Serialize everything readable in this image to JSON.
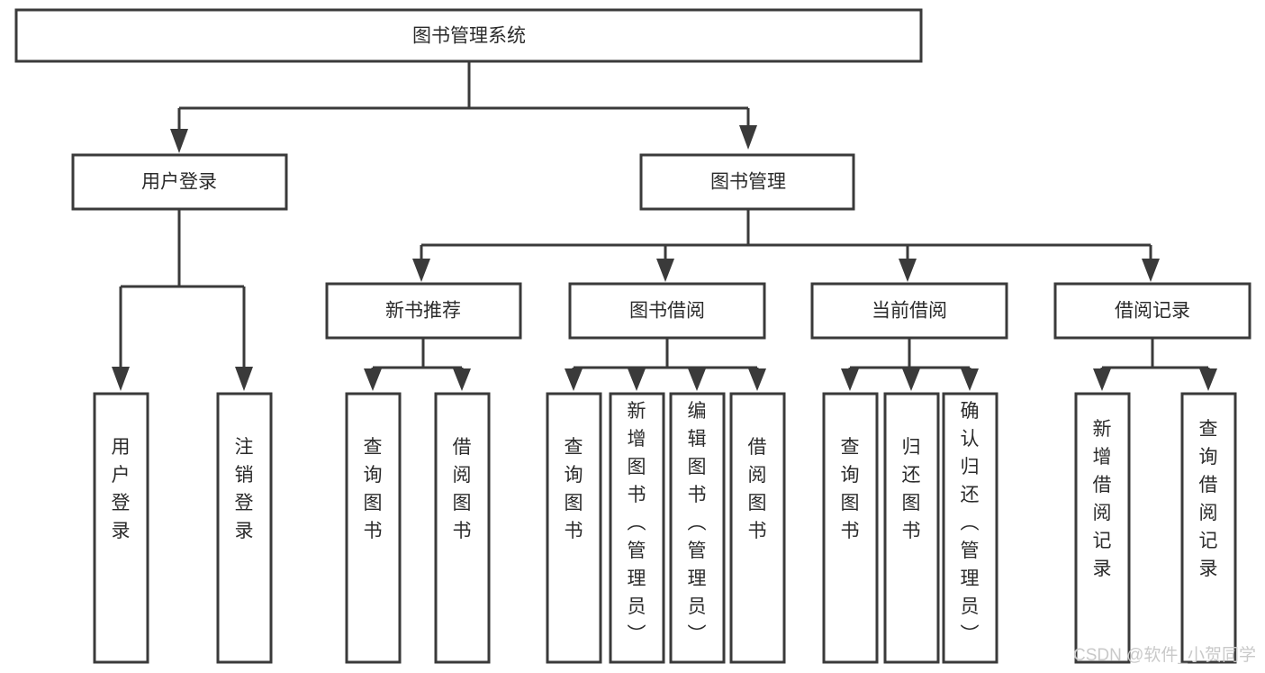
{
  "diagram": {
    "type": "tree-hierarchy",
    "title": "图书管理系统",
    "orientation": "top-down",
    "levels": 4,
    "root": {
      "id": "root",
      "label": "图书管理系统",
      "text_orientation": "horizontal"
    },
    "level2": [
      {
        "id": "user-login",
        "label": "用户登录",
        "text_orientation": "horizontal"
      },
      {
        "id": "book-manage",
        "label": "图书管理",
        "text_orientation": "horizontal"
      }
    ],
    "level3": [
      {
        "id": "new-book-rec",
        "label": "新书推荐",
        "parent": "book-manage",
        "text_orientation": "horizontal"
      },
      {
        "id": "book-borrow",
        "label": "图书借阅",
        "parent": "book-manage",
        "text_orientation": "horizontal"
      },
      {
        "id": "current-borrow",
        "label": "当前借阅",
        "parent": "book-manage",
        "text_orientation": "horizontal"
      },
      {
        "id": "borrow-record",
        "label": "借阅记录",
        "parent": "book-manage",
        "text_orientation": "horizontal"
      }
    ],
    "leaves": [
      {
        "id": "leaf-user-login",
        "parent": "user-login",
        "label": "用户登录",
        "text_orientation": "vertical"
      },
      {
        "id": "leaf-logout",
        "parent": "user-login",
        "label": "注销登录",
        "text_orientation": "vertical"
      },
      {
        "id": "leaf-query-book-1",
        "parent": "new-book-rec",
        "label": "查询图书",
        "text_orientation": "vertical"
      },
      {
        "id": "leaf-borrow-book-1",
        "parent": "new-book-rec",
        "label": "借阅图书",
        "text_orientation": "vertical"
      },
      {
        "id": "leaf-query-book-2",
        "parent": "book-borrow",
        "label": "查询图书",
        "text_orientation": "vertical"
      },
      {
        "id": "leaf-add-book",
        "parent": "book-borrow",
        "label": "新增图书（管理员）",
        "text_orientation": "vertical"
      },
      {
        "id": "leaf-edit-book",
        "parent": "book-borrow",
        "label": "编辑图书（管理员）",
        "text_orientation": "vertical"
      },
      {
        "id": "leaf-borrow-book-2",
        "parent": "book-borrow",
        "label": "借阅图书",
        "text_orientation": "vertical"
      },
      {
        "id": "leaf-query-book-3",
        "parent": "current-borrow",
        "label": "查询图书",
        "text_orientation": "vertical"
      },
      {
        "id": "leaf-return-book",
        "parent": "current-borrow",
        "label": "归还图书",
        "text_orientation": "vertical"
      },
      {
        "id": "leaf-confirm-return",
        "parent": "current-borrow",
        "label": "确认归还（管理员）",
        "text_orientation": "vertical"
      },
      {
        "id": "leaf-add-record",
        "parent": "borrow-record",
        "label": "新增借阅记录",
        "text_orientation": "vertical"
      },
      {
        "id": "leaf-query-record",
        "parent": "borrow-record",
        "label": "查询借阅记录",
        "text_orientation": "vertical"
      }
    ]
  },
  "watermark": {
    "text": "CSDN @软件_小贺同学"
  },
  "colors": {
    "box_stroke": "#3a3a3a",
    "box_fill": "#ffffff",
    "text": "#2b2b2b",
    "background": "#ffffff",
    "watermark": "#c9c9c9"
  }
}
